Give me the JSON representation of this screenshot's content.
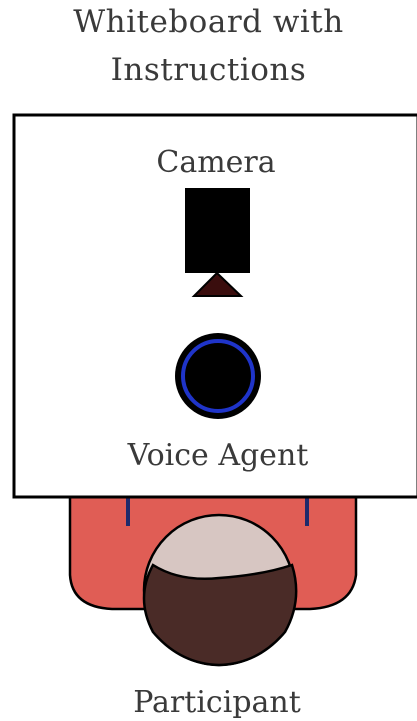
{
  "title_lines": [
    "Whiteboard with",
    "Instructions"
  ],
  "labels": {
    "camera": "Camera",
    "voice_agent": "Voice Agent",
    "participant": "Participant"
  },
  "colors": {
    "background": "#ffffff",
    "text": "#3a3a3a",
    "whiteboard_fill": "#ffffff",
    "whiteboard_stroke": "#000000",
    "camera": "#000000",
    "camera_mount": "#3a0d0d",
    "speaker_fill": "#000000",
    "speaker_ring": "#1f34c9",
    "shoulders": "#e05d55",
    "head_skin": "#d7c6c2",
    "hair": "#4a2b27",
    "arm_marks": "#1f2a6b"
  },
  "icons": {
    "camera": "camera-icon",
    "voice_agent": "speaker-icon",
    "participant": "person-topview-icon"
  }
}
